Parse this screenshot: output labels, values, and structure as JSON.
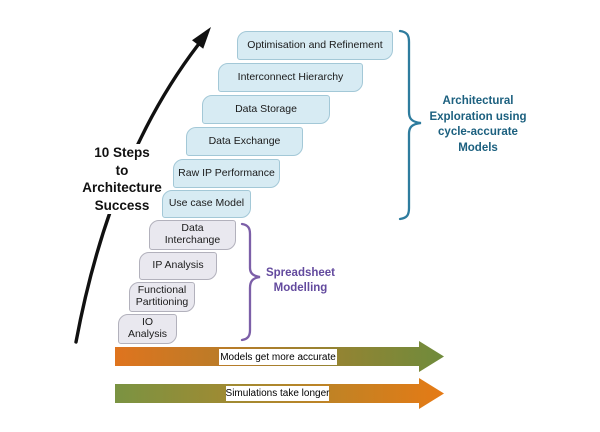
{
  "title": "10 Steps\nto\nArchitecture\nSuccess",
  "steps": [
    {
      "label": "Optimisation and Refinement",
      "phase": "cycle-accurate"
    },
    {
      "label": "Interconnect Hierarchy",
      "phase": "cycle-accurate"
    },
    {
      "label": "Data Storage",
      "phase": "cycle-accurate"
    },
    {
      "label": "Data Exchange",
      "phase": "cycle-accurate"
    },
    {
      "label": "Raw IP Performance",
      "phase": "cycle-accurate"
    },
    {
      "label": "Use case Model",
      "phase": "cycle-accurate"
    },
    {
      "label": "Data\nInterchange",
      "phase": "spreadsheet"
    },
    {
      "label": "IP Analysis",
      "phase": "spreadsheet"
    },
    {
      "label": "Functional\nPartitioning",
      "phase": "spreadsheet"
    },
    {
      "label": "IO\nAnalysis",
      "phase": "spreadsheet"
    }
  ],
  "annotations": {
    "architectural": {
      "label": "Architectural\nExploration using\ncycle-accurate\nModels",
      "color": "#1c607f"
    },
    "spreadsheet": {
      "label": "Spreadsheet\nModelling",
      "color": "#634a9e"
    }
  },
  "bars": [
    {
      "label": "Models get more accurate",
      "from_color": "#df741e",
      "to_color": "#6f8b3c"
    },
    {
      "label": "Simulations take longer",
      "from_color": "#7a9342",
      "to_color": "#e57a15"
    }
  ],
  "palette": {
    "cycle_accurate_box_fill": "#d7ebf3",
    "cycle_accurate_box_border": "#a3c8d7",
    "spreadsheet_box_fill": "#e9e8ef",
    "spreadsheet_box_border": "#b2b1bc",
    "cycle_accurate_brace": "#2e7c9e",
    "spreadsheet_brace": "#7c5fa8",
    "growth_arrow": "#111111"
  }
}
